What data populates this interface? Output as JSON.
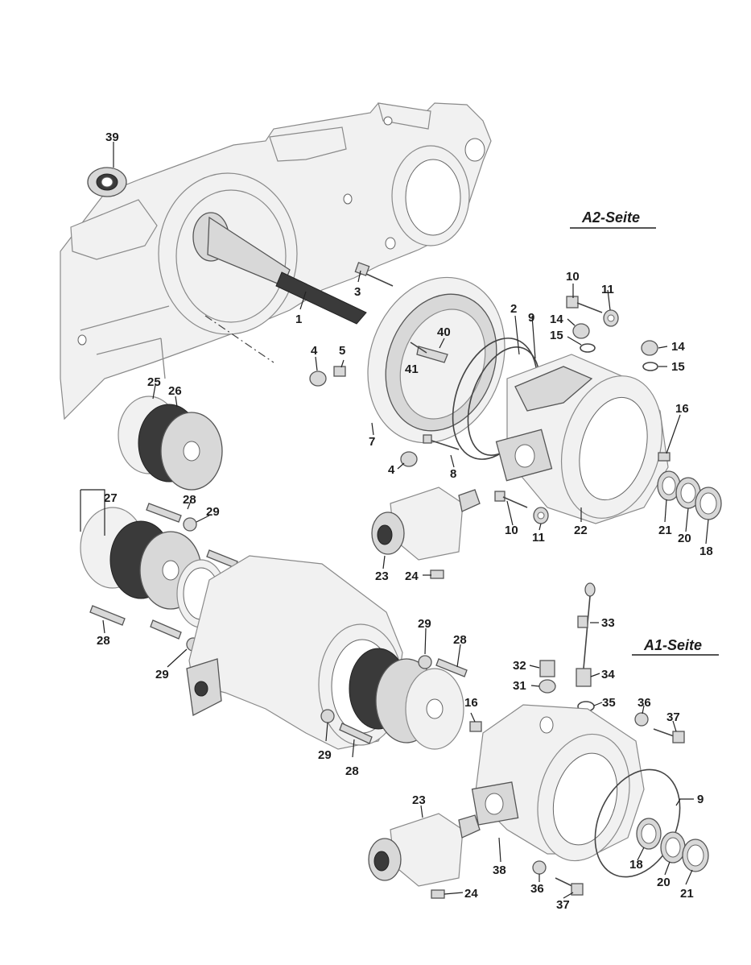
{
  "side_labels": {
    "a2": "A2-Seite",
    "a1": "A1-Seite"
  },
  "callouts": {
    "c39": "39",
    "c3": "3",
    "c1": "1",
    "c10a": "10",
    "c11a": "11",
    "c14a": "14",
    "c15a": "15",
    "c14b": "14",
    "c15b": "15",
    "c2": "2",
    "c9a": "9",
    "c40": "40",
    "c41": "41",
    "c4a": "4",
    "c5": "5",
    "c7": "7",
    "c4b": "4",
    "c8": "8",
    "c16a": "16",
    "c25": "25",
    "c26": "26",
    "c27": "27",
    "c28a": "28",
    "c29a": "29",
    "c10b": "10",
    "c11b": "11",
    "c22": "22",
    "c21a": "21",
    "c20a": "20",
    "c18a": "18",
    "c23a": "23",
    "c24a": "24",
    "c28b": "28",
    "c29b": "29",
    "c29c": "29",
    "c28c": "28",
    "c33": "33",
    "c32": "32",
    "c34": "34",
    "c31": "31",
    "c35": "35",
    "c36a": "36",
    "c37a": "37",
    "c16b": "16",
    "c29d": "29",
    "c28d": "28",
    "c9b": "9",
    "c23b": "23",
    "c38": "38",
    "c18b": "18",
    "c20b": "20",
    "c21b": "21",
    "c24b": "24",
    "c36b": "36",
    "c37b": "37"
  }
}
